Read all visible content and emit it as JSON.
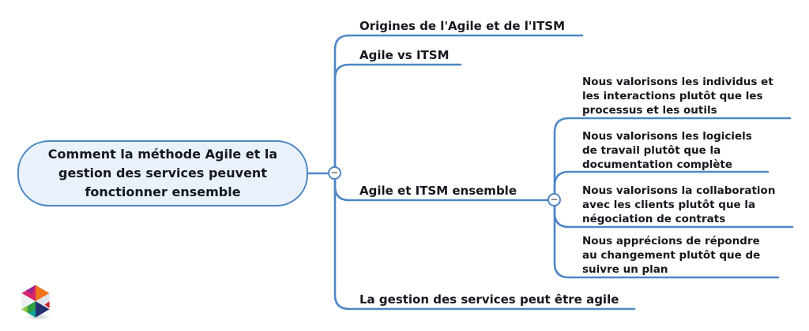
{
  "ui": {
    "collapse_glyph": "−"
  },
  "colors": {
    "connector": "#4e87c5",
    "root_fill": "#e9f1fa",
    "root_border": "#4e87c5",
    "text": "#17171f"
  },
  "root": {
    "lines": [
      "Comment la méthode Agile et la",
      "gestion des services peuvent",
      "fonctionner ensemble"
    ]
  },
  "branches": [
    {
      "label": "Origines de l'Agile et de l'ITSM"
    },
    {
      "label": "Agile vs ITSM"
    },
    {
      "label": "Agile et ITSM ensemble",
      "children": [
        {
          "lines": [
            "Nous valorisons les individus et",
            "les interactions plutôt que les",
            "processus et les outils"
          ]
        },
        {
          "lines": [
            "Nous valorisons les logiciels",
            "de travail plutôt que la",
            "documentation complète"
          ]
        },
        {
          "lines": [
            "Nous valorisons la collaboration",
            "avec les clients plutôt que la",
            "négociation de contrats"
          ]
        },
        {
          "lines": [
            "Nous apprécions de répondre",
            "au changement plutôt que de",
            "suivre un plan"
          ]
        }
      ]
    },
    {
      "label": "La gestion des services peut être agile"
    }
  ],
  "logo": {
    "icon": "cube-logo"
  }
}
